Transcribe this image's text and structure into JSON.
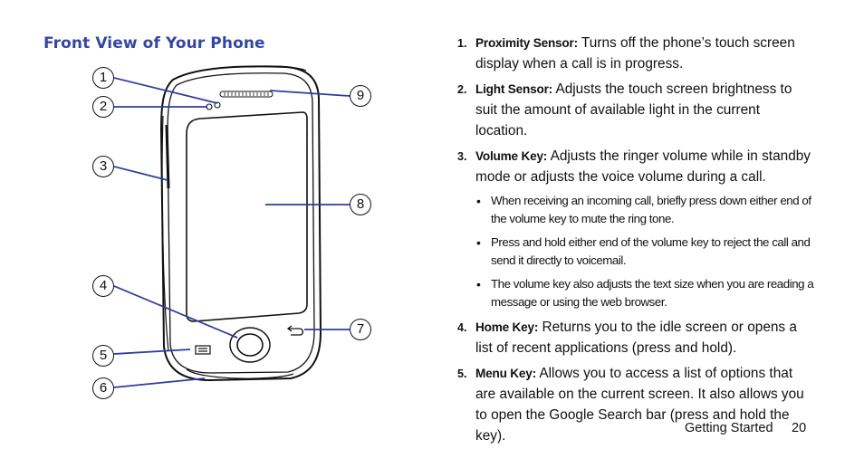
{
  "heading": "Front View of Your Phone",
  "figure": {
    "callouts": [
      "1",
      "2",
      "3",
      "4",
      "5",
      "6",
      "7",
      "8",
      "9"
    ]
  },
  "items": [
    {
      "num": "1.",
      "key": "Proximity Sensor:",
      "text": " Turns off the phone’s touch screen display when a call is in progress."
    },
    {
      "num": "2.",
      "key": "Light Sensor:",
      "text": " Adjusts the touch screen brightness to suit the amount of available light in the current location."
    },
    {
      "num": "3.",
      "key": "Volume Key:",
      "text": " Adjusts the ringer volume while in standby mode or adjusts the voice volume during a call."
    },
    {
      "num": "4.",
      "key": "Home Key:",
      "text": " Returns you to the idle screen or opens a list of recent applications (press and hold)."
    },
    {
      "num": "5.",
      "key": "Menu Key:",
      "text": " Allows you to access a list of options that are available on the current screen. It also allows you to open the Google Search bar (press and hold the key)."
    }
  ],
  "bullets": [
    "When receiving an incoming call, briefly press down either end of the volume key to mute the ring tone.",
    " Press and hold either end of the volume key to reject the call and send it directly to voicemail.",
    "The volume key also adjusts the text size when you are reading a message or using the web browser."
  ],
  "bullet_char": "•",
  "footer": {
    "section": "Getting Started",
    "page": "20"
  }
}
